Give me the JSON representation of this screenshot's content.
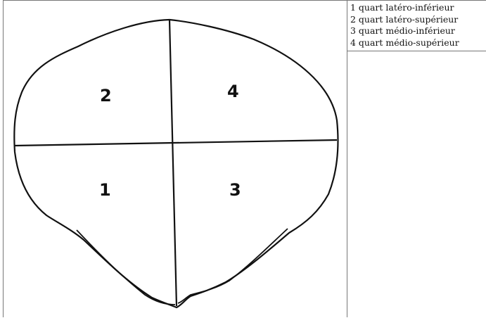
{
  "figure": {
    "quarters": [
      {
        "number": "1",
        "position": "lower-left"
      },
      {
        "number": "2",
        "position": "upper-left"
      },
      {
        "number": "3",
        "position": "lower-right"
      },
      {
        "number": "4",
        "position": "upper-right"
      }
    ]
  },
  "legend": {
    "items": [
      "1 quart latéro-inférieur",
      "2 quart latéro-supérieur",
      "3 quart médio-inférieur",
      "4 quart médio-supérieur"
    ]
  }
}
